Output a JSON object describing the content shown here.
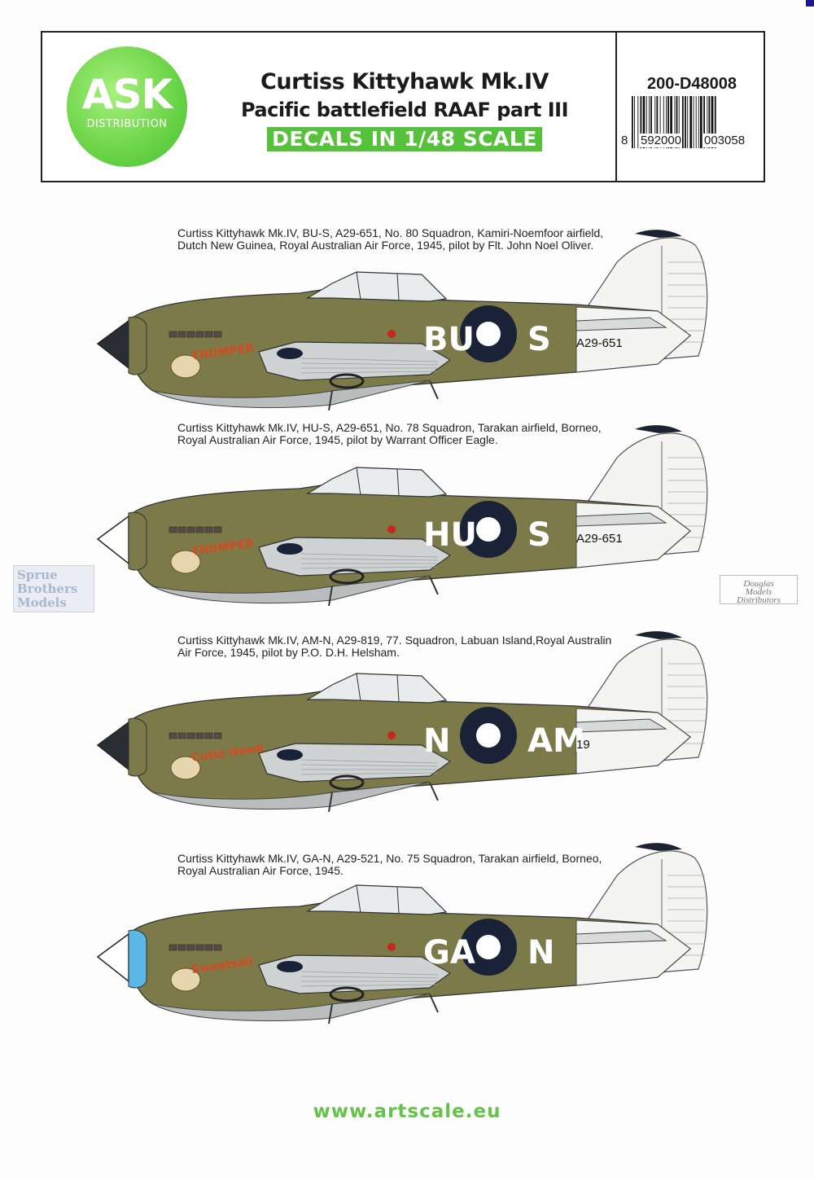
{
  "header": {
    "logo": {
      "text": "ASK",
      "subtext": "DISTRIBUTION"
    },
    "title": "Curtiss Kittyhawk Mk.IV",
    "subtitle": "Pacific battlefield RAAF part III",
    "scale_badge": "DECALS IN 1/48 SCALE",
    "product_code": "200-D48008",
    "barcode": {
      "prefix": "8",
      "group1": "592000",
      "group2": "003058"
    }
  },
  "profiles": [
    {
      "caption_line1": "Curtiss Kittyhawk Mk.IV, BU-S, A29-651, No. 80 Squadron, Kamiri-Noemfoor airfield,",
      "caption_line2": "Dutch New Guinea, Royal Australian Air Force, 1945, pilot by Flt. John Noel Oliver.",
      "code_left": "BU",
      "code_right": "S",
      "serial": "A29-651",
      "nose_art": "THUMPER",
      "spinner_color": "#2a2d33",
      "nose_color": "#7d7a4a"
    },
    {
      "caption_line1": "Curtiss Kittyhawk Mk.IV, HU-S, A29-651, No. 78 Squadron, Tarakan airfield, Borneo,",
      "caption_line2": "Royal Australian Air Force, 1945, pilot by Warrant Officer Eagle.",
      "code_left": "HU",
      "code_right": "S",
      "serial": "A29-651",
      "nose_art": "THUMPER",
      "spinner_color": "#ffffff",
      "nose_color": "#7d7a4a"
    },
    {
      "caption_line1": "Curtiss Kittyhawk Mk.IV, AM-N, A29-819, 77. Squadron, Labuan Island,Royal Australin",
      "caption_line2": "Air Force, 1945, pilot by P.O. D.H. Helsham.",
      "code_left": "N",
      "code_right": "AM",
      "serial": "19",
      "nose_art": "Cutie Hawk",
      "spinner_color": "#2a2d33",
      "nose_color": "#7d7a4a"
    },
    {
      "caption_line1": "Curtiss Kittyhawk Mk.IV, GA-N, A29-521, No. 75 Squadron, Tarakan airfield, Borneo,",
      "caption_line2": "Royal Australian Air Force, 1945.",
      "code_left": "GA",
      "code_right": "N",
      "serial": "",
      "nose_art": "Sweetsali",
      "spinner_color": "#ffffff",
      "nose_color": "#5bb8e6"
    }
  ],
  "colors": {
    "olive_drab": "#7d7a4a",
    "roundel_blue": "#1a2238",
    "tail_white": "#f4f4f2",
    "brand_green": "#56c13a"
  },
  "watermarks": {
    "left": [
      "Sprue",
      "Brothers",
      "Models"
    ],
    "right": [
      "Douglas",
      "Models",
      "Distributors"
    ]
  },
  "footer": {
    "website": "www.artscale.eu"
  }
}
